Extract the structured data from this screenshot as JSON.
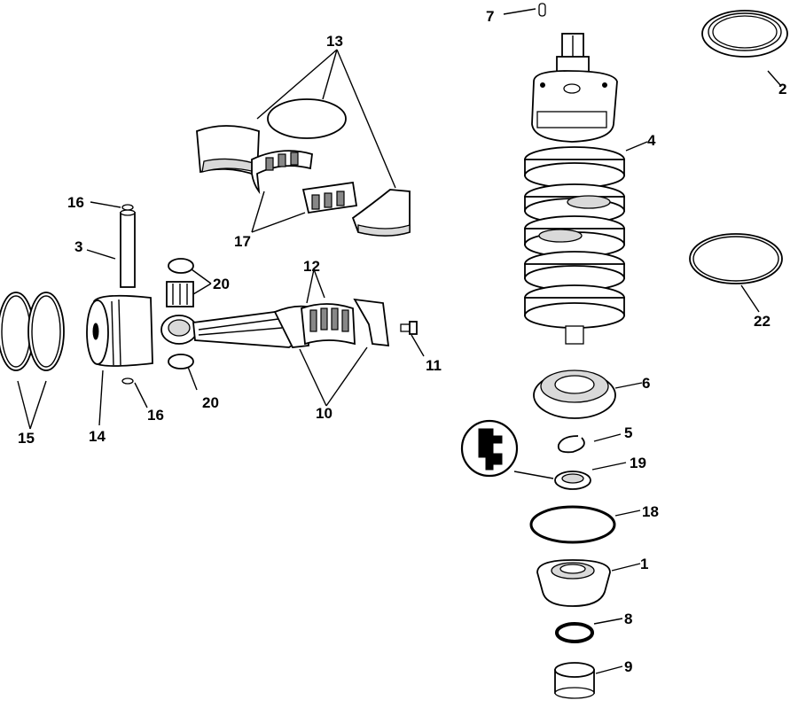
{
  "callouts": [
    {
      "id": "c1",
      "text": "1"
    },
    {
      "id": "c2",
      "text": "2"
    },
    {
      "id": "c3",
      "text": "3"
    },
    {
      "id": "c4",
      "text": "4"
    },
    {
      "id": "c5",
      "text": "5"
    },
    {
      "id": "c6",
      "text": "6"
    },
    {
      "id": "c7",
      "text": "7"
    },
    {
      "id": "c8",
      "text": "8"
    },
    {
      "id": "c9",
      "text": "9"
    },
    {
      "id": "c10",
      "text": "10"
    },
    {
      "id": "c11",
      "text": "11"
    },
    {
      "id": "c12",
      "text": "12"
    },
    {
      "id": "c13",
      "text": "13"
    },
    {
      "id": "c14",
      "text": "14"
    },
    {
      "id": "c15",
      "text": "15"
    },
    {
      "id": "c16a",
      "text": "16"
    },
    {
      "id": "c16b",
      "text": "16"
    },
    {
      "id": "c17",
      "text": "17"
    },
    {
      "id": "c18",
      "text": "18"
    },
    {
      "id": "c19",
      "text": "19"
    },
    {
      "id": "c20a",
      "text": "20"
    },
    {
      "id": "c20b",
      "text": "20"
    },
    {
      "id": "c22",
      "text": "22"
    }
  ],
  "colors": {
    "ink": "#000000",
    "paper": "#ffffff",
    "shade": "#d9d9d9"
  }
}
